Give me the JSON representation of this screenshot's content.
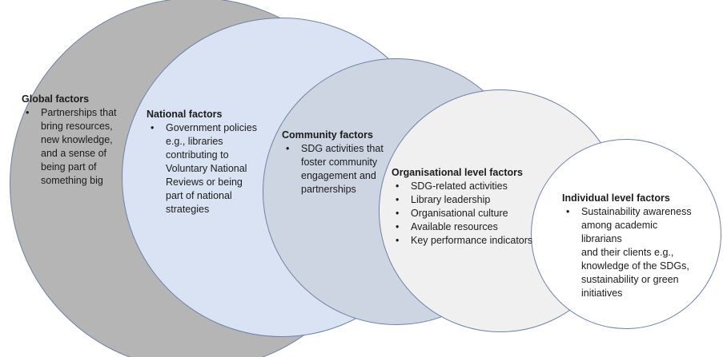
{
  "diagram": {
    "stroke_color": "#6e82a6",
    "bullet_char": "•",
    "circles": [
      {
        "title": "Global factors",
        "fill": "#b5b5b5",
        "bullets": [
          "Partnerships that\nbring resources,\nnew knowledge,\nand a sense of\nbeing part of\nsomething big"
        ]
      },
      {
        "title": "National factors",
        "fill": "#dae3f3",
        "bullets": [
          "Government policies\ne.g., libraries\ncontributing to\nVoluntary National\nReviews or being\npart of national\nstrategies"
        ]
      },
      {
        "title": "Community factors",
        "fill": "#cdd5e3",
        "bullets": [
          "SDG activities that\nfoster community\nengagement and\npartnerships"
        ]
      },
      {
        "title": "Organisational level factors",
        "fill": "#f0f0f0",
        "bullets": [
          "SDG-related activities",
          "Library leadership",
          "Organisational culture",
          "Available resources",
          "Key performance indicators"
        ]
      },
      {
        "title": "Individual level factors",
        "fill": "#ffffff",
        "bullets": [
          "Sustainability awareness\namong academic librarians\nand their clients e.g.,\nknowledge of the SDGs,\nsustainability or green\ninitiatives"
        ]
      }
    ]
  }
}
